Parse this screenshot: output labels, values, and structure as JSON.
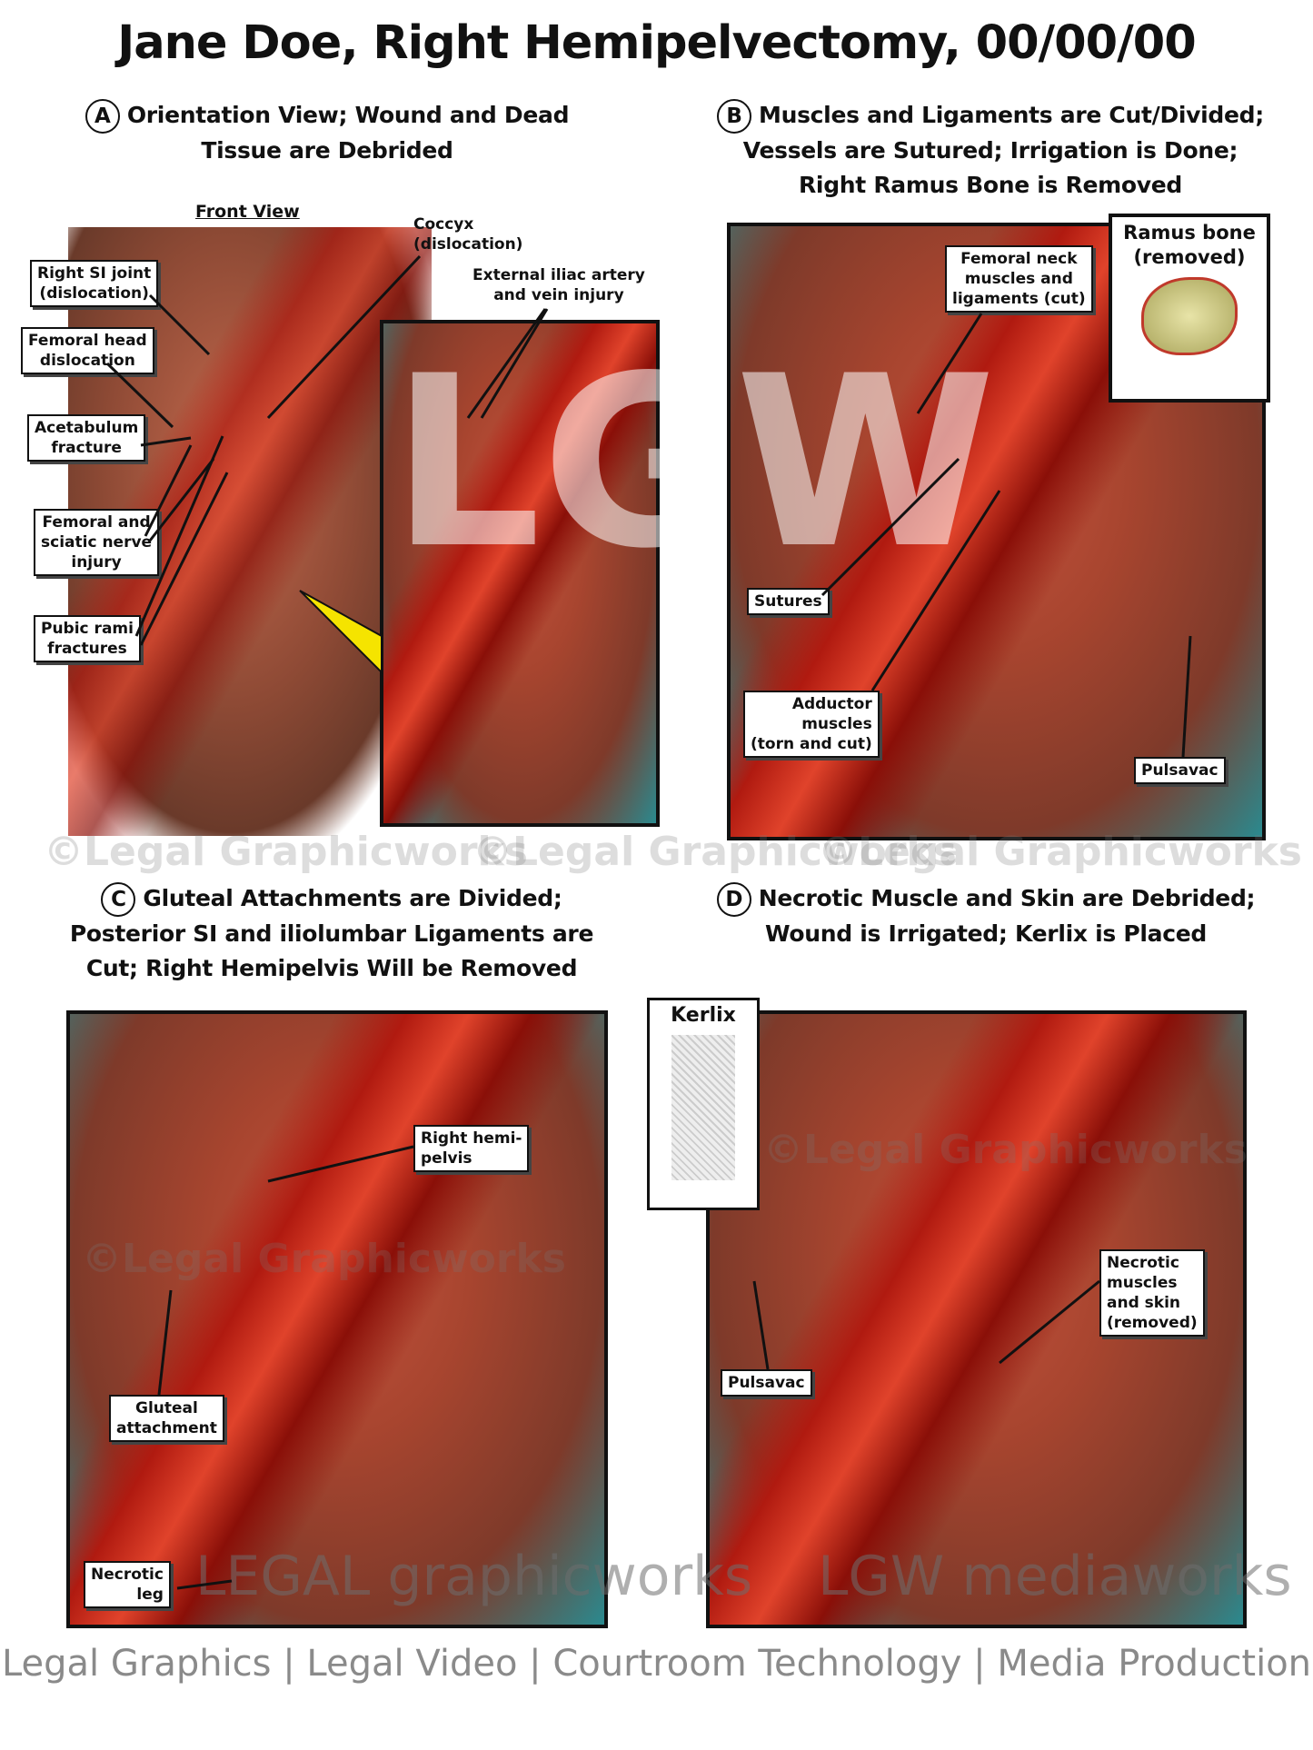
{
  "title": "Jane Doe, Right Hemipelvectomy, 00/00/00",
  "sections": {
    "a": {
      "letter": "A",
      "line1": "Orientation View; Wound and Dead",
      "line2": "Tissue are Debrided"
    },
    "b": {
      "letter": "B",
      "line1": "Muscles and Ligaments are Cut/Divided;",
      "line2": "Vessels are Sutured; Irrigation is Done;",
      "line3": "Right Ramus Bone is Removed"
    },
    "c": {
      "letter": "C",
      "line1": "Gluteal Attachments are Divided;",
      "line2": "Posterior SI and iliolumbar Ligaments are",
      "line3": "Cut; Right Hemipelvis Will be Removed"
    },
    "d": {
      "letter": "D",
      "line1": "Necrotic Muscle and Skin are Debrided;",
      "line2": "Wound is Irrigated; Kerlix is Placed"
    }
  },
  "panel_a": {
    "view_label": "Front View",
    "labels": {
      "si_joint": [
        "Right SI joint",
        "(dislocation)"
      ],
      "femoral_head": [
        "Femoral head",
        "dislocation"
      ],
      "acetabulum": [
        "Acetabulum",
        "fracture"
      ],
      "nerve": [
        "Femoral and",
        "sciatic nerve",
        "injury"
      ],
      "pubic": [
        "Pubic rami",
        "fractures"
      ],
      "coccyx": [
        "Coccyx",
        "(dislocation)"
      ],
      "iliac": [
        "External iliac artery",
        "and vein injury"
      ]
    }
  },
  "panel_b": {
    "labels": {
      "femoral_neck": [
        "Femoral neck",
        "muscles and",
        "ligaments (cut)"
      ],
      "ramus": [
        "Ramus bone",
        "(removed)"
      ],
      "sutures": "Sutures",
      "adductor": [
        "Adductor",
        "muscles",
        "(torn and cut)"
      ],
      "pulsavac": "Pulsavac"
    }
  },
  "panel_c": {
    "labels": {
      "hemipelvis": [
        "Right hemi-",
        "pelvis"
      ],
      "gluteal": [
        "Gluteal",
        "attachment"
      ],
      "necrotic_leg": [
        "Necrotic",
        "leg"
      ]
    }
  },
  "panel_d": {
    "labels": {
      "kerlix": "Kerlix",
      "pulsavac": "Pulsavac",
      "necrotic": [
        "Necrotic",
        "muscles",
        "and skin",
        "(removed)"
      ]
    }
  },
  "watermark": "©Legal Graphicworks",
  "logos": {
    "legal": "LEGAL graphicworks",
    "lgw": "LGW mediaworks",
    "big": "LGW"
  },
  "footer": "Legal Graphics | Legal Video | Courtroom Technology | Media Production",
  "colors": {
    "tissue": "#c4533e",
    "drape": "#2a8a8f",
    "wound": "#b01a10"
  }
}
